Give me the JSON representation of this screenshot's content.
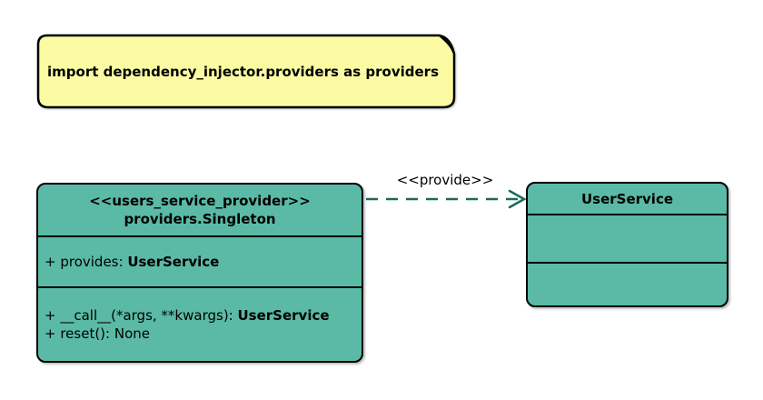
{
  "note": {
    "text": "import dependency_injector.providers as providers"
  },
  "provider_class": {
    "stereotype": "<<users_service_provider>>",
    "name": "providers.Singleton",
    "attribute_text": "+ provides: ",
    "attribute_type": "UserService",
    "method1_text": "+ __call__(*args, **kwargs): ",
    "method1_type": "UserService",
    "method2_text": "+ reset(): None"
  },
  "service_class": {
    "name": "UserService"
  },
  "edge": {
    "label": "<<provide>>"
  },
  "colors": {
    "class_fill": "#5ABAA5",
    "class_border": "#000000",
    "note_fill": "#FBFBA3",
    "note_fold": "#B3B35C",
    "edge": "#186B5B",
    "text": "#000000",
    "background": "#FFFFFF"
  }
}
